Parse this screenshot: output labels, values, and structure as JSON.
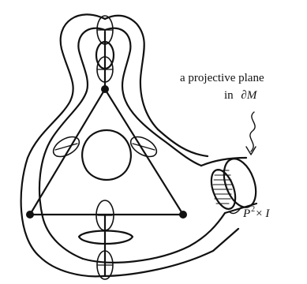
{
  "annotation": {
    "line1": "a projective plane",
    "line2_prefix": "in",
    "line2_symbol": "∂M"
  },
  "product_label": {
    "base": "P",
    "exponent": "2",
    "times": "×",
    "interval": "I"
  }
}
